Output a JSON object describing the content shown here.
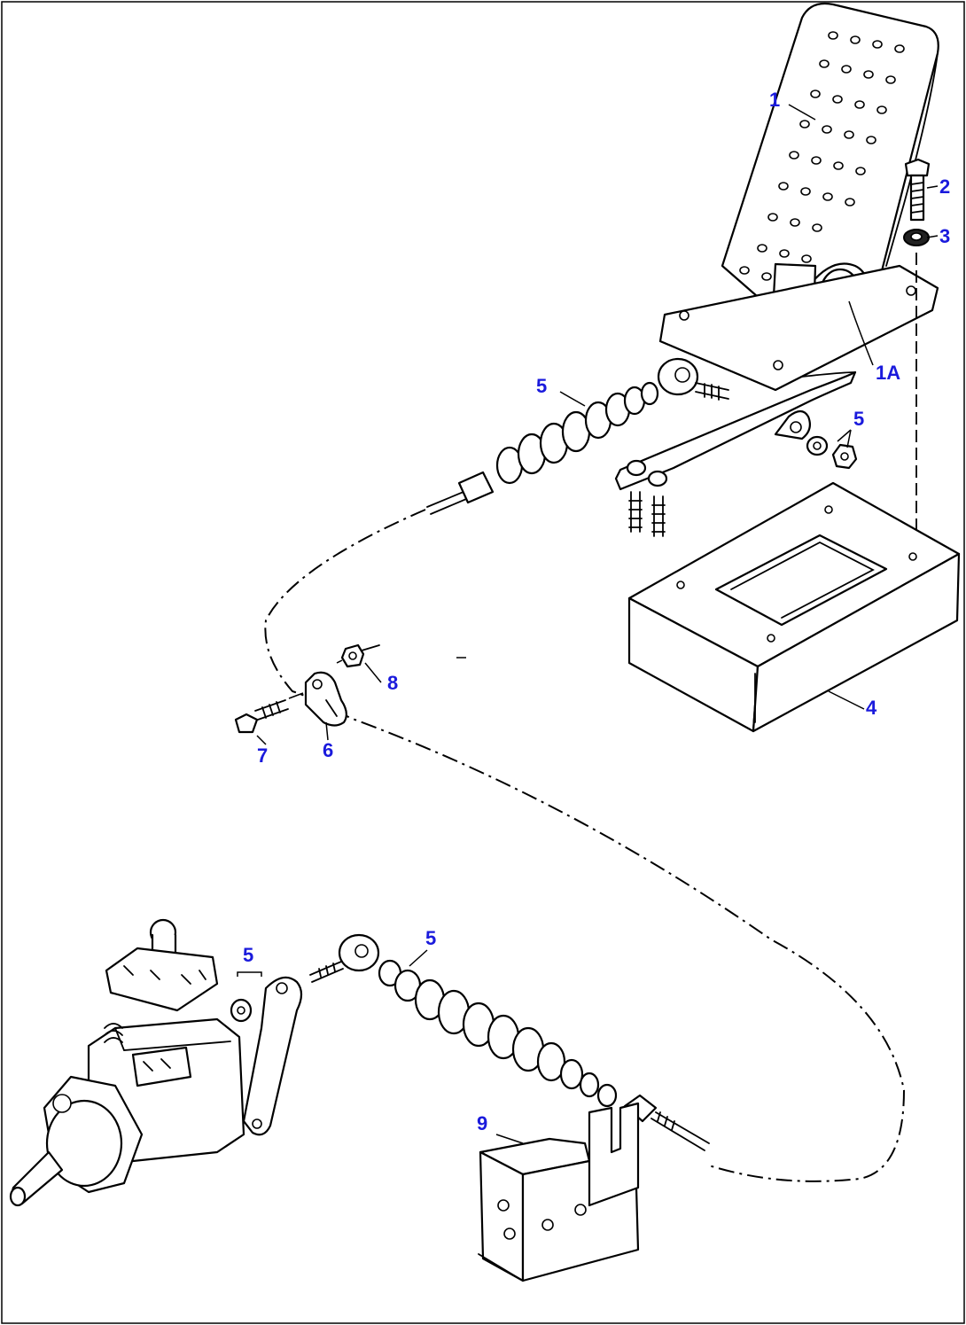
{
  "diagram": {
    "callouts": {
      "c1": "1",
      "c1a": "1A",
      "c2": "2",
      "c3": "3",
      "c4": "4",
      "c5_top": "5",
      "c5_nuts": "5",
      "c5_pump": "5",
      "c5_bottom": "5",
      "c6": "6",
      "c7": "7",
      "c8": "8",
      "c9": "9"
    },
    "colors": {
      "callout": "#1a1adc",
      "line": "#000000",
      "background": "#ffffff"
    }
  }
}
